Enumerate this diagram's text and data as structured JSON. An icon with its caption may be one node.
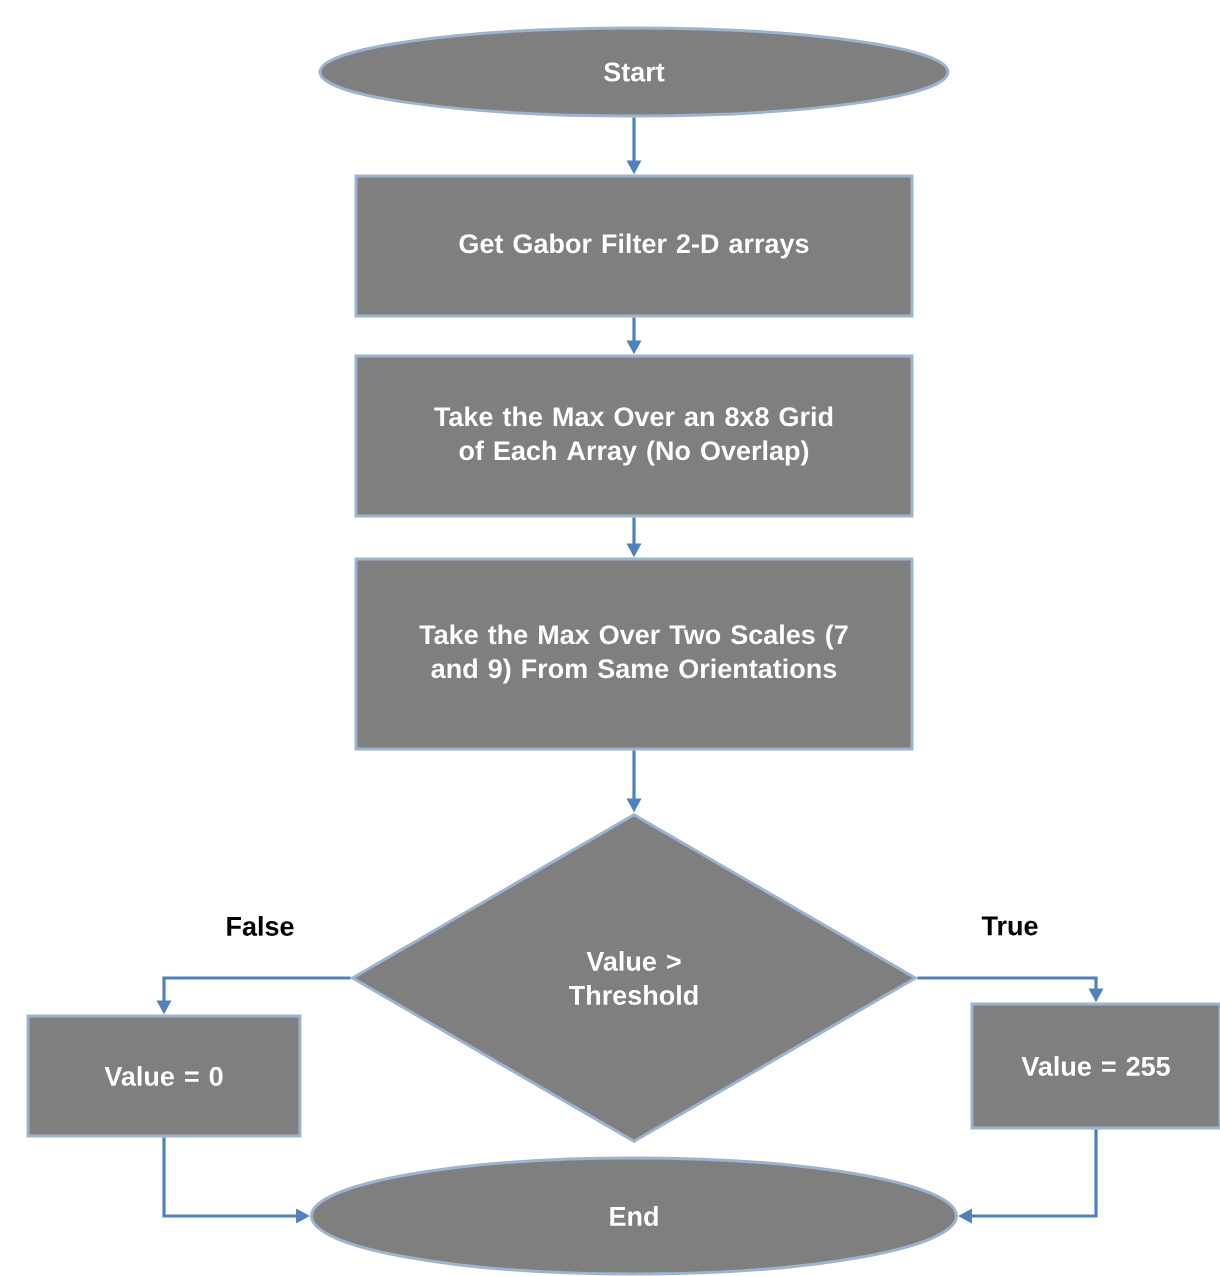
{
  "diagram": {
    "nodes": [
      {
        "text": [
          "Start"
        ]
      },
      {
        "text": [
          "Get Gabor Filter 2-D arrays"
        ]
      },
      {
        "text": [
          "Take the Max Over an 8x8 Grid of Each Array (No Overlap)"
        ]
      },
      {
        "text": [
          "Take the Max Over Two Scales (7 and 9) From Same Orientations"
        ]
      },
      {
        "text": [
          "Value > Threshold"
        ]
      },
      {
        "text": [
          "Value = 0"
        ]
      },
      {
        "text": [
          "Value = 255"
        ]
      },
      {
        "text": [
          "End"
        ]
      }
    ],
    "edges": [
      {
        "from": 0,
        "to": 1,
        "arrow": "to"
      },
      {
        "from": 1,
        "to": 2,
        "arrow": "to"
      },
      {
        "from": 2,
        "to": 3,
        "arrow": "to"
      },
      {
        "from": 3,
        "to": 4,
        "arrow": "to"
      },
      {
        "from": 4,
        "to": 5,
        "arrow": "to",
        "label": "False"
      },
      {
        "from": 4,
        "to": 6,
        "arrow": "to",
        "label": "True"
      },
      {
        "from": 5,
        "to": 7,
        "arrow": "to"
      },
      {
        "from": 6,
        "to": 7,
        "arrow": "to"
      }
    ]
  }
}
